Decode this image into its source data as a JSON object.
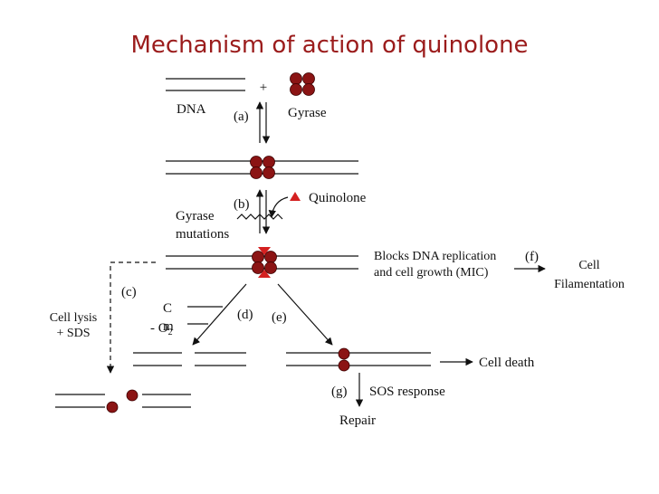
{
  "title": "Mechanism of action of quinolone",
  "labels": {
    "plus": "+",
    "dna": "DNA",
    "gyrase": "Gyrase",
    "step_a": "(a)",
    "step_b": "(b)",
    "quinolone": "Quinolone",
    "gyrase_mutations_1": "Gyrase",
    "gyrase_mutations_2": "mutations",
    "blocks_1": "Blocks DNA replication",
    "blocks_2": "and cell growth (MIC)",
    "step_f": "(f)",
    "cell_filamentation_1": "Cell",
    "cell_filamentation_2": "Filamentation",
    "step_c": "(c)",
    "cell_lysis_1": "Cell lysis",
    "cell_lysis_2": "+ SDS",
    "cm_1": "C",
    "cm_2": "m",
    "minus_o2": "- O",
    "o2_sub": "2",
    "step_d": "(d)",
    "step_e": "(e)",
    "cell_death": "Cell death",
    "step_g": "(g)",
    "sos_response": "SOS response",
    "repair": "Repair"
  },
  "colors": {
    "title": "#9b1c1c",
    "protein": "#8b1414",
    "quinolone_marker": "#d42020"
  }
}
